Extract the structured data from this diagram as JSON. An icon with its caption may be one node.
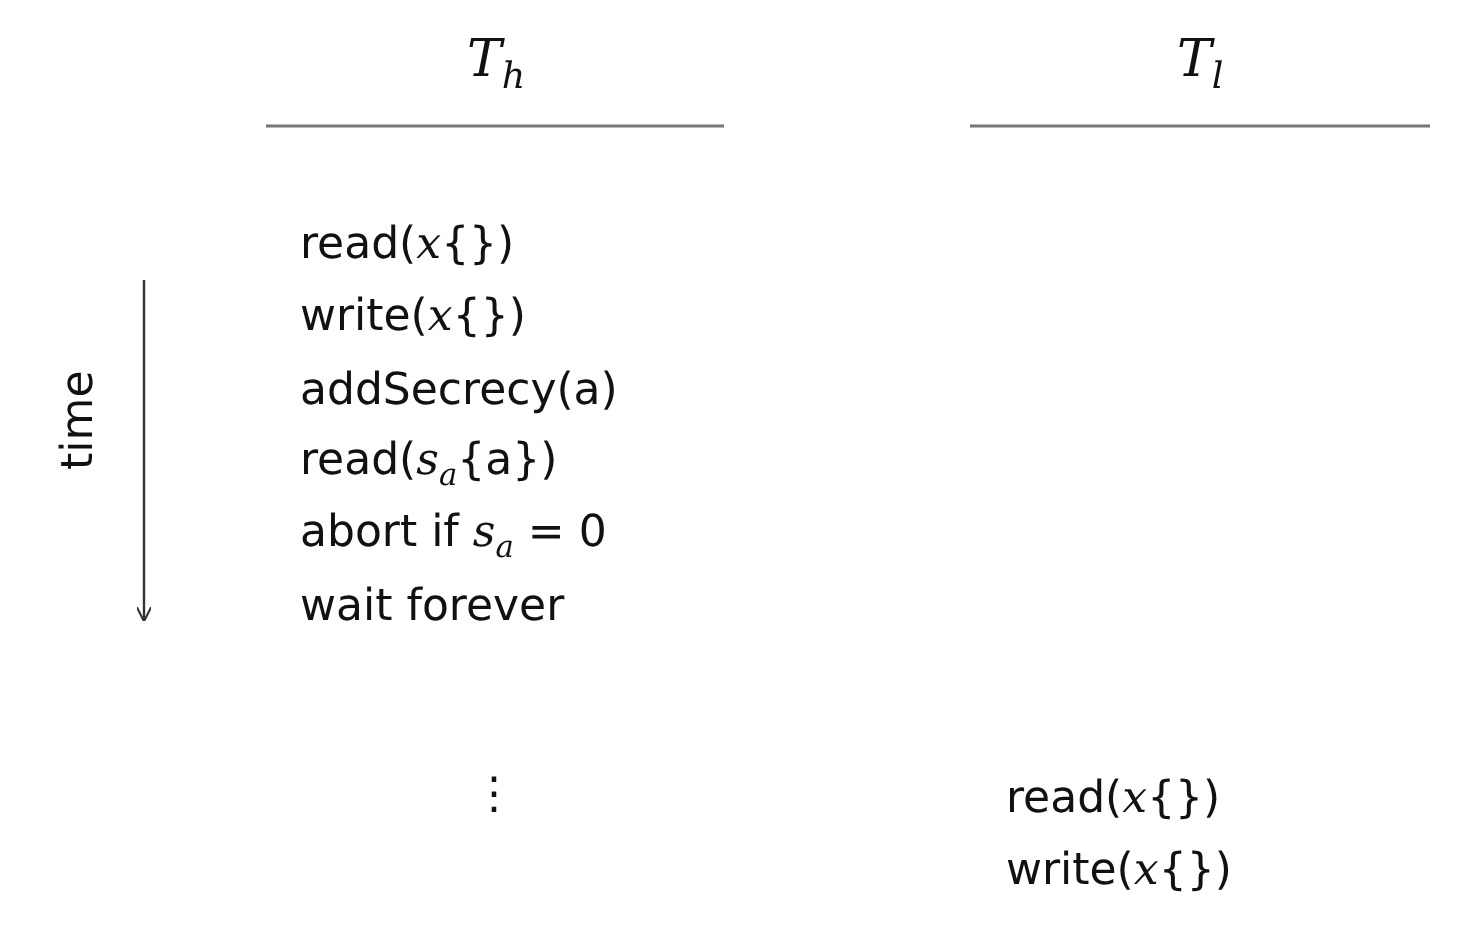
{
  "diagram": {
    "labels": [
      "*T*$_{h}$",
      "*T*$_{l}$",
      "read(*x*{})",
      "write(*x*{})",
      "addSecrecy(a)",
      "time",
      "read(*s*$_{a}${a})",
      "abort if *s*$_{a}$ = 0",
      "wait forever",
      "⋮",
      "read(*x*{})",
      "write(*x*{})"
    ]
  }
}
